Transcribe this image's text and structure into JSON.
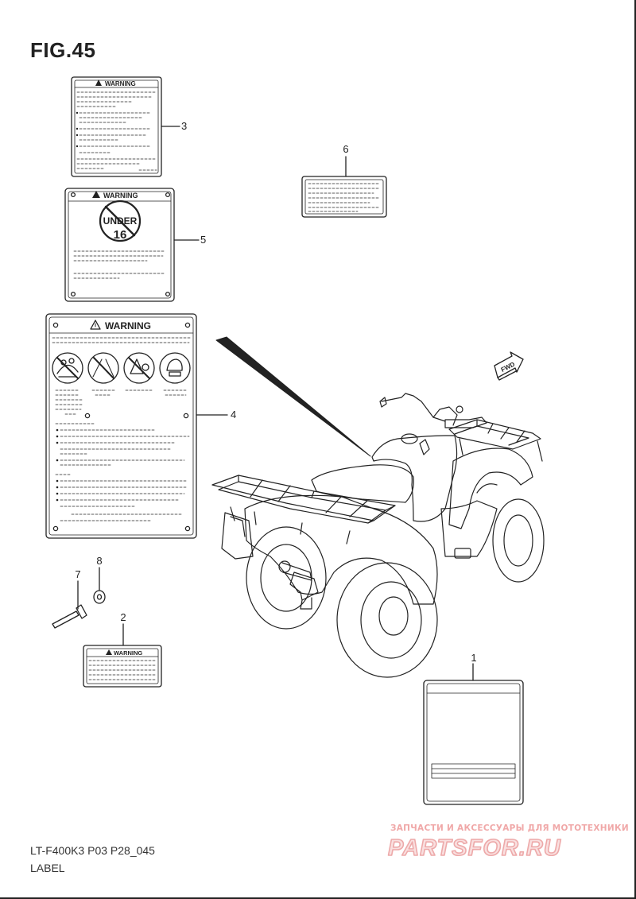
{
  "figure": {
    "title": "FIG.45"
  },
  "labels": {
    "warning_text": "WARNING",
    "under_text": "UNDER",
    "age_text": "16",
    "fwd_text": "FWD"
  },
  "callouts": [
    "1",
    "2",
    "3",
    "4",
    "5",
    "6",
    "7",
    "8"
  ],
  "footer": {
    "model": "LT-F400K3 P03 P28_045",
    "name": "LABEL"
  },
  "watermark": {
    "tagline": "ЗАПЧАСТИ И АКСЕССУАРЫ ДЛЯ МОТОТЕХНИКИ",
    "logo": "PARTSFOR.RU"
  },
  "colors": {
    "line": "#222222",
    "watermark": "#e06464"
  }
}
